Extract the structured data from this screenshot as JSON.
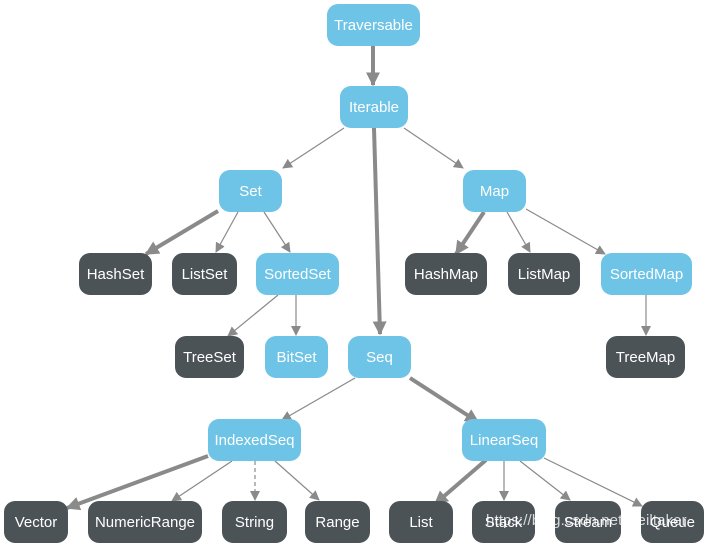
{
  "nodes": {
    "traversable": "Traversable",
    "iterable": "Iterable",
    "set": "Set",
    "map": "Map",
    "seq": "Seq",
    "hashset": "HashSet",
    "listset": "ListSet",
    "sortedset": "SortedSet",
    "treeset": "TreeSet",
    "bitset": "BitSet",
    "hashmap": "HashMap",
    "listmap": "ListMap",
    "sortedmap": "SortedMap",
    "treemap": "TreeMap",
    "indexedseq": "IndexedSeq",
    "linearseq": "LinearSeq",
    "vector": "Vector",
    "numericrange": "NumericRange",
    "string": "String",
    "range": "Range",
    "list": "List",
    "stack": "Stack",
    "stream": "Stream",
    "queue": "Queue"
  },
  "colors": {
    "abstract_node": "#6ec4e6",
    "concrete_node": "#4b5357",
    "edge": "#8a8a8a"
  },
  "watermark": "https://blog.csdn.net/Heiltaker"
}
